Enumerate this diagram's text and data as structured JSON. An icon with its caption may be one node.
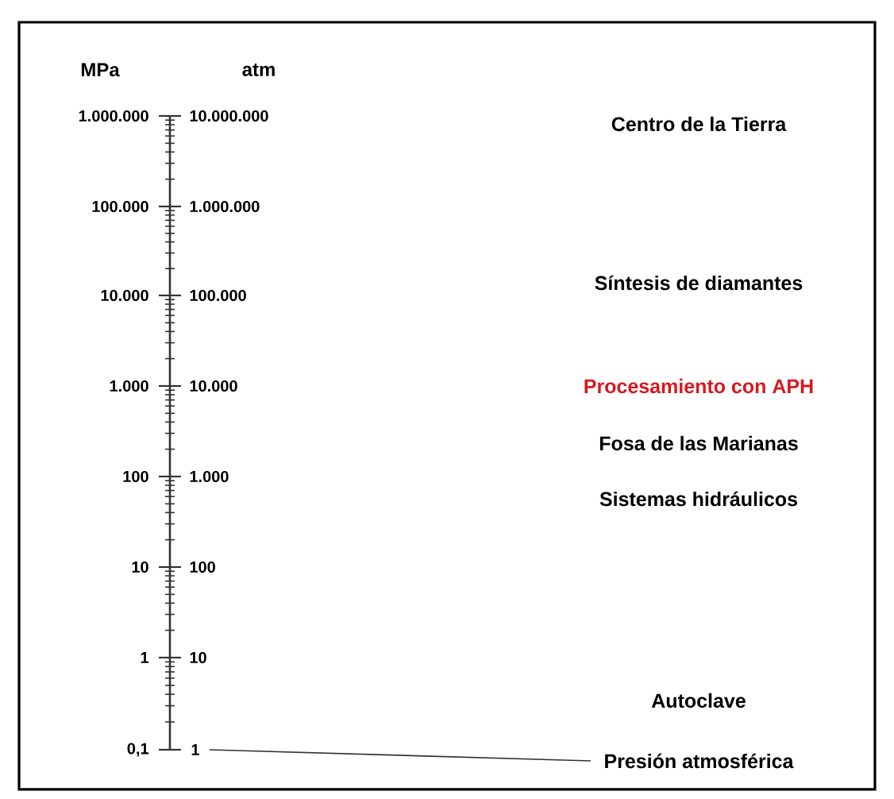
{
  "diagram": {
    "nodes": [
      {
        "text": [
          "1"
        ]
      },
      {
        "text": [
          "Presión atmosférica"
        ]
      }
    ],
    "edges": [
      {
        "from": 0,
        "to": 1,
        "arrow": "none"
      }
    ],
    "labels": [
      "MPa",
      "atm",
      "1.000.000",
      "10.000.000",
      "Centro de la Tierra",
      "100.000",
      "1.000.000",
      "Síntesis de diamantes",
      "10.000",
      "100.000",
      "1.000",
      "10.000",
      "Procesamiento con APH",
      "Fosa de las Marianas",
      "100",
      "1.000",
      "Sistemas hidráulicos",
      "10",
      "100",
      "1",
      "10",
      "Autoclave",
      "0,1"
    ]
  }
}
